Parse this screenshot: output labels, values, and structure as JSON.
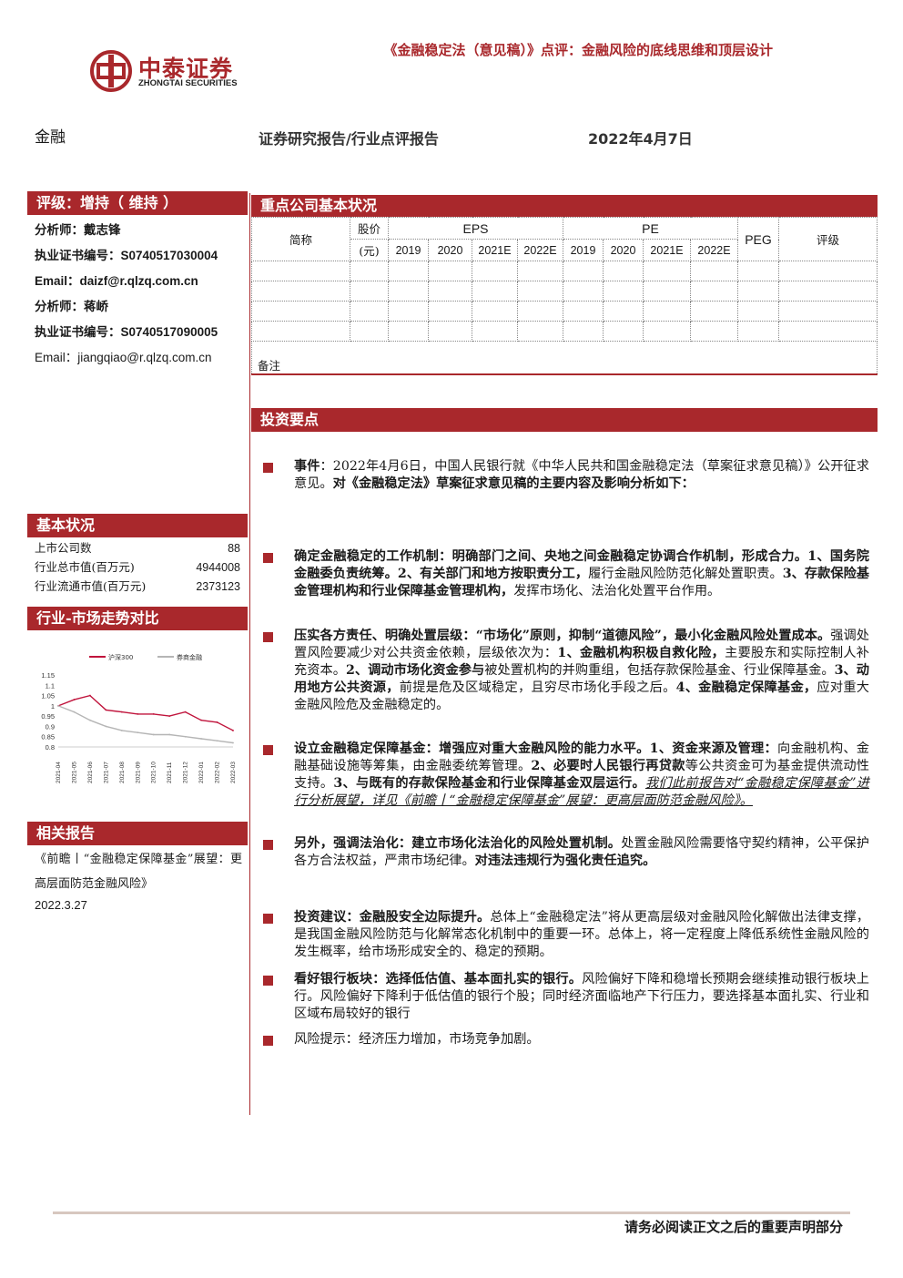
{
  "header": {
    "brand_cn": "中泰证券",
    "brand_en": "ZHONGTAI SECURITIES",
    "report_title": "《金融稳定法（意见稿）》点评：金融风险的底线思维和顶层设计",
    "sector": "金融",
    "report_type": "证券研究报告/行业点评报告",
    "date": "2022年4月7日"
  },
  "rating": {
    "label": "评级：增持（  维持  ）",
    "analysts": [
      {
        "role": "分析师：",
        "name": "戴志锋",
        "cert_label": "执业证书编号：",
        "cert": "S0740517030004",
        "email_label": "Email：",
        "email": "daizf@r.qlzq.com.cn"
      },
      {
        "role": "分析师：",
        "name": "蒋峤",
        "cert_label": "执业证书编号：",
        "cert": "S0740517090005",
        "email_label": "Email：",
        "email": "jiangqiao@r.qlzq.com.cn"
      }
    ]
  },
  "basic": {
    "title": "基本状况",
    "rows": [
      {
        "label": "上市公司数",
        "value": "88"
      },
      {
        "label": "行业总市值(百万元)",
        "value": "4944008"
      },
      {
        "label": "行业流通市值(百万元)",
        "value": "2373123"
      }
    ]
  },
  "trend": {
    "title": "行业-市场走势对比"
  },
  "chart_data": {
    "type": "line",
    "legend": [
      "沪深300",
      "券商金融"
    ],
    "x": [
      "2021-04",
      "2021-05",
      "2021-06",
      "2021-07",
      "2021-08",
      "2021-09",
      "2021-10",
      "2021-11",
      "2021-12",
      "2022-01",
      "2022-02",
      "2022-03"
    ],
    "y_ticks": [
      "1.15",
      "1.1",
      "1.05",
      "1",
      "0.95",
      "0.9",
      "0.85",
      "0.8"
    ],
    "ylim": [
      0.8,
      1.15
    ],
    "series": [
      {
        "name": "沪深300",
        "color": "#c0143c",
        "values": [
          1.0,
          1.03,
          1.05,
          0.98,
          0.97,
          0.96,
          0.96,
          0.95,
          0.97,
          0.93,
          0.92,
          0.88
        ]
      },
      {
        "name": "券商金融",
        "color": "#b5b5b5",
        "values": [
          1.0,
          0.97,
          0.93,
          0.9,
          0.88,
          0.87,
          0.86,
          0.86,
          0.85,
          0.84,
          0.83,
          0.82
        ]
      }
    ]
  },
  "related": {
    "title": "相关报告",
    "text": "《前瞻丨“金融稳定保障基金”展望：更高层面防范金融风险》",
    "date": "2022.3.27"
  },
  "company": {
    "title": "重点公司基本状况",
    "h_name": "简称",
    "h_price1": "股价",
    "h_price2": "(元)",
    "h_eps": "EPS",
    "h_pe": "PE",
    "h_peg": "PEG",
    "h_rating": "评级",
    "years": [
      "2019",
      "2020",
      "2021E",
      "2022E"
    ],
    "note": "备注"
  },
  "invest": {
    "title": "投资要点",
    "p1_b": "事件",
    "p1_t": "：2022年4月6日，中国人民银行就《中华人民共和国金融稳定法（草案征求意见稿）》公开征求意见。",
    "p1_b2": "对《金融稳定法》草案征求意见稿的主要内容及影响分析如下：",
    "p2_b": "确定金融稳定的工作机制：明确部门之间、央地之间金融稳定协调合作机制，形成合力。1、国务院金融委负责统筹。2、有关部门和地方按职责分工，",
    "p2_t": "履行金融风险防范化解处置职责。",
    "p2_b2": "3、存款保险基金管理机构和行业保障基金管理机构，",
    "p2_t2": "发挥市场化、法治化处置平台作用。",
    "p3_b": "压实各方责任、明确处置层级：“市场化”原则，抑制“道德风险”，最小化金融风险处置成本。",
    "p3_t": "强调处置风险要减少对公共资金依赖，层级依次为：",
    "p3_b2": "1、金融机构积极自救化险，",
    "p3_t2": "主要股东和实际控制人补充资本。",
    "p3_b3": "2、调动市场化资金参与",
    "p3_t3": "被处置机构的并购重组，包括存款保险基金、行业保障基金。",
    "p3_b4": "3、动用地方公共资源，",
    "p3_t4": "前提是危及区域稳定，且穷尽市场化手段之后。",
    "p3_b5": "4、金融稳定保障基金，",
    "p3_t5": "应对重大金融风险危及金融稳定的。",
    "p4_b": "设立金融稳定保障基金：增强应对重大金融风险的能力水平。1、资金来源及管理：",
    "p4_t": "向金融机构、金融基础设施等筹集，由金融委统筹管理。",
    "p4_b2": "2、必要时人民银行再贷款",
    "p4_t2": "等公共资金可为基金提供流动性支持。",
    "p4_b3": "3、与既有的存款保险基金和行业保障基金双层运行。",
    "p4_i": "我们此前报告对“金融稳定保障基金”进行分析展望，详见《前瞻丨“金融稳定保障基金”展望：更高层面防范金融风险》。",
    "p5_b": "另外，强调法治化：建立市场化法治化的风险处置机制。",
    "p5_t": "处置金融风险需要恪守契约精神，公平保护各方合法权益，严肃市场纪律。",
    "p5_b2": "对违法违规行为强化责任追究。",
    "p6_b": "投资建议：金融股安全边际提升。",
    "p6_t": "总体上“金融稳定法”将从更高层级对金融风险化解做出法律支撑，是我国金融风险防范与化解常态化机制中的重要一环。总体上，将一定程度上降低系统性金融风险的发生概率，给市场形成安全的、稳定的预期。",
    "p7_b": "看好银行板块：选择低估值、基本面扎实的银行。",
    "p7_t": "风险偏好下降和稳增长预期会继续推动银行板块上行。风险偏好下降利于低估值的银行个股；同时经济面临地产下行压力，要选择基本面扎实、行业和区域布局较好的银行",
    "p8_t": "风险提示：经济压力增加，市场竞争加剧。"
  },
  "footer": {
    "note": "请务必阅读正文之后的重要声明部分"
  }
}
